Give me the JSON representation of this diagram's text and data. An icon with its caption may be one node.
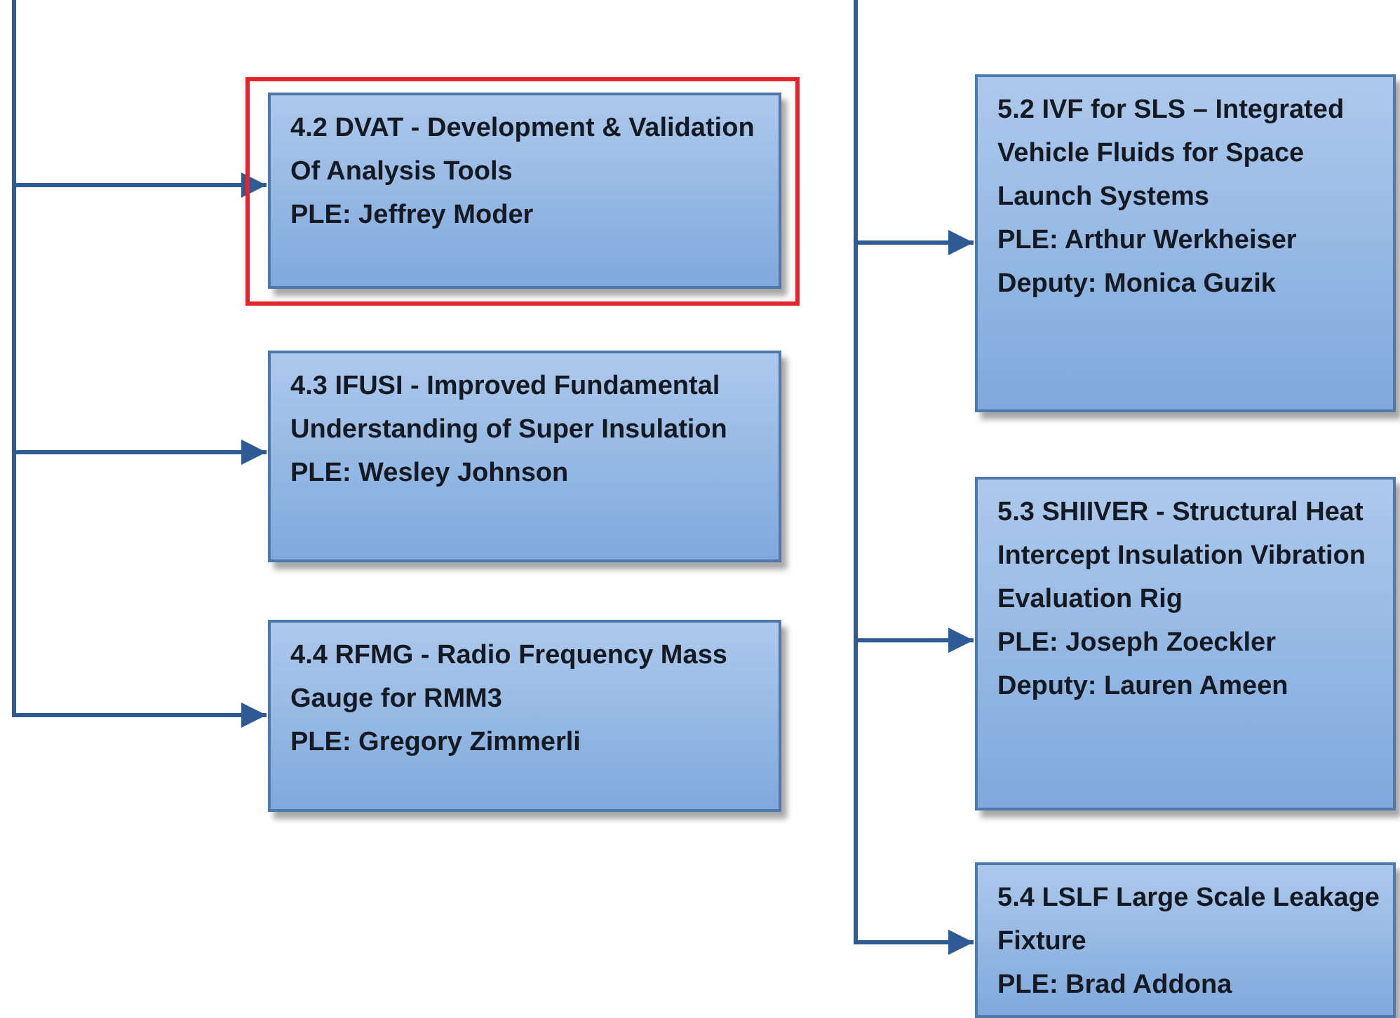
{
  "diagram": {
    "nodes": [
      {
        "text": [],
        "shape": "box"
      },
      {
        "text": [
          "4.2 DVAT - Development & Validation Of Analysis Tools",
          "PLE: Jeffrey Moder"
        ],
        "in": 0
      },
      {
        "text": [
          "4.3 IFUSI - Improved Fundamental Understanding of Super Insulation",
          "PLE: Wesley Johnson"
        ]
      },
      {
        "text": [
          "4.4 RFMG - Radio Frequency Mass Gauge for RMM3",
          "PLE: Gregory Zimmerli"
        ]
      },
      {
        "text": [
          "5.2 IVF for SLS – Integrated Vehicle Fluids for Space Launch Systems",
          "PLE: Arthur Werkheiser",
          "Deputy: Monica Guzik"
        ]
      },
      {
        "text": [
          "5.3 SHIIVER - Structural Heat Intercept Insulation Vibration Evaluation Rig",
          "PLE: Joseph Zoeckler",
          "Deputy: Lauren Ameen"
        ]
      },
      {
        "text": [
          "5.4 LSLF Large Scale Leakage Fixture",
          "PLE: Brad Addona"
        ]
      }
    ],
    "edges": [
      {
        "from": null,
        "to": 1,
        "arrow": "to"
      },
      {
        "from": null,
        "to": 2,
        "arrow": "to"
      },
      {
        "from": null,
        "to": 3,
        "arrow": "to"
      },
      {
        "from": null,
        "to": 4,
        "arrow": "to"
      },
      {
        "from": null,
        "to": 5,
        "arrow": "to"
      },
      {
        "from": null,
        "to": 6,
        "arrow": "to"
      }
    ]
  }
}
